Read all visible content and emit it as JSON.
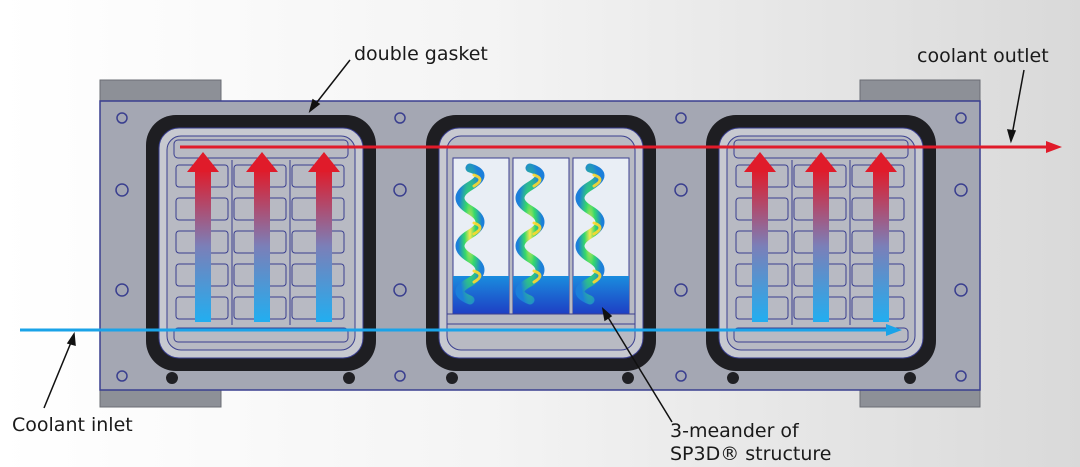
{
  "labels": {
    "double_gasket": "double gasket",
    "coolant_outlet": "coolant outlet",
    "coolant_inlet": "Coolant inlet",
    "meander_line1": "3-meander of",
    "meander_line2": "SP3D® structure"
  },
  "colors": {
    "plate": "#a4a7b3",
    "plate_outline": "#3a3f8f",
    "gasket": "#1e1e22",
    "pocket": "#c7c9d0",
    "hot_arrow": "#e01b2a",
    "cold_arrow": "#1aa3e8",
    "leader": "#111111"
  },
  "modules": [
    {
      "id": "left-cooler",
      "structure": "pin-fin channels",
      "arrows": "vertical gradient"
    },
    {
      "id": "center-cooler",
      "structure": "3-meander SP3D",
      "arrows": "none"
    },
    {
      "id": "right-cooler",
      "structure": "pin-fin channels",
      "arrows": "vertical gradient"
    }
  ]
}
